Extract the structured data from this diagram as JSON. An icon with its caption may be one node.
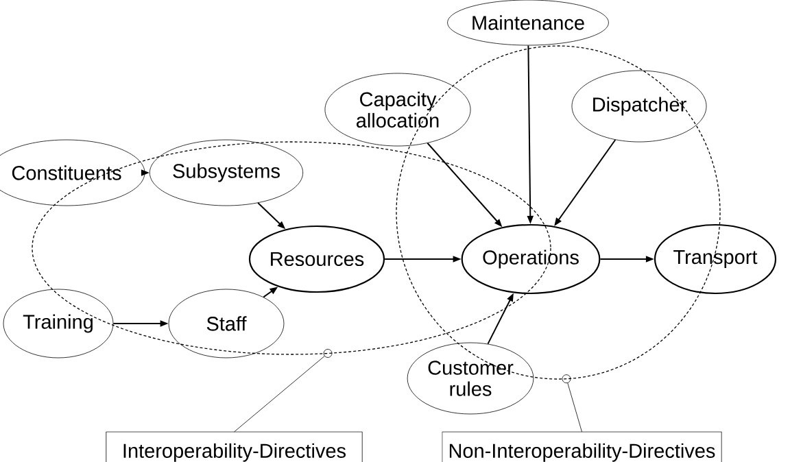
{
  "diagram": {
    "nodes": [
      {
        "text": [
          "Maintenance"
        ]
      },
      {
        "text": [
          "Capacity allocation"
        ]
      },
      {
        "text": [
          "Dispatcher"
        ]
      },
      {
        "text": [
          "Constituents"
        ]
      },
      {
        "text": [
          "Subsystems"
        ]
      },
      {
        "text": [
          "Resources"
        ]
      },
      {
        "text": [
          "Operations"
        ]
      },
      {
        "text": [
          "Transport"
        ]
      },
      {
        "text": [
          "Training"
        ]
      },
      {
        "text": [
          "Staff"
        ]
      },
      {
        "text": [
          "Customer rules"
        ]
      },
      {
        "text": [
          "Interoperability-Directives"
        ]
      },
      {
        "text": [
          "Non-Interoperability-Directives"
        ]
      },
      {
        "text": [],
        "shape": "circle"
      },
      {
        "text": [],
        "shape": "circle"
      }
    ],
    "edges": [
      {
        "from": 3,
        "to": 4,
        "arrow": "to"
      },
      {
        "from": 8,
        "to": 9,
        "arrow": "to"
      },
      {
        "from": 4,
        "to": 5,
        "arrow": "to"
      },
      {
        "from": 9,
        "to": 5,
        "arrow": "to"
      },
      {
        "from": 5,
        "to": 6,
        "arrow": "to"
      },
      {
        "from": 6,
        "to": 7,
        "arrow": "to"
      },
      {
        "from": 1,
        "to": 6,
        "arrow": "to"
      },
      {
        "from": 0,
        "to": 6,
        "arrow": "to"
      },
      {
        "from": 2,
        "to": 6,
        "arrow": "to"
      },
      {
        "from": 10,
        "to": 6,
        "arrow": "to"
      },
      {
        "from": 11,
        "to": 13,
        "arrow": "none"
      },
      {
        "from": 12,
        "to": 14,
        "arrow": "none"
      }
    ]
  }
}
